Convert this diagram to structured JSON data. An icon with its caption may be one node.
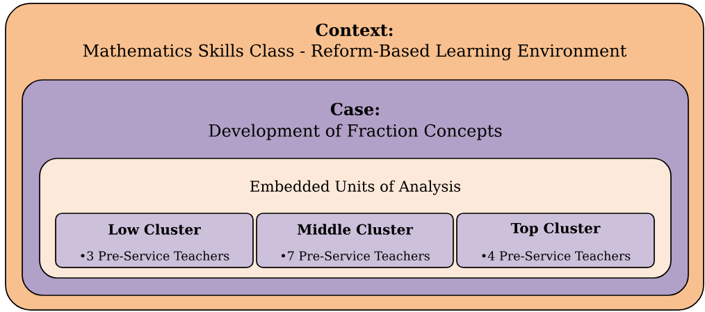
{
  "diagram": {
    "nodes": [
      {
        "text": [
          "Context:",
          "Mathematics Skills Class - Reform-Based Learning Environment"
        ]
      },
      {
        "text": [
          "Case:",
          "Development of Fraction Concepts"
        ],
        "in": 0
      },
      {
        "text": [
          "Embedded Units of Analysis"
        ],
        "in": 1
      },
      {
        "text": [
          "Low Cluster",
          "•3 Pre-Service Teachers"
        ],
        "in": 2
      },
      {
        "text": [
          "Middle Cluster",
          "•7 Pre-Service Teachers"
        ],
        "in": 2
      },
      {
        "text": [
          "Top Cluster",
          "•4 Pre-Service Teachers"
        ],
        "in": 2
      }
    ]
  }
}
